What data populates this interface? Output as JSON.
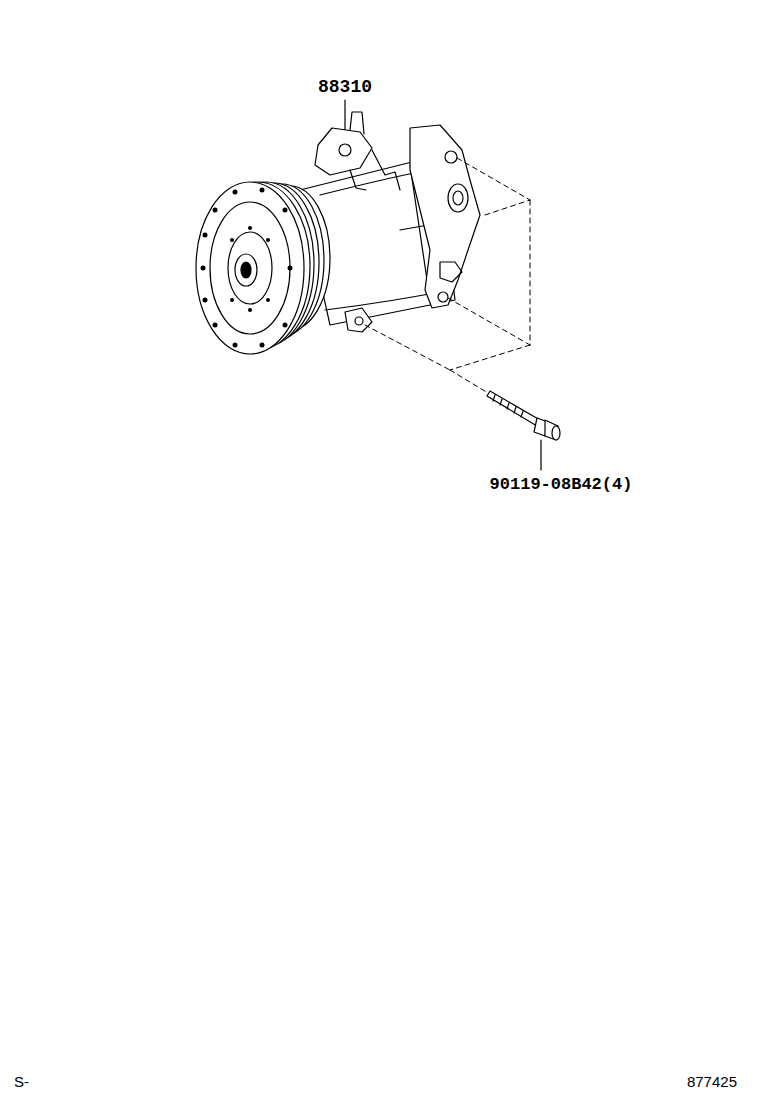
{
  "diagram": {
    "labels": [
      "88310",
      "90119-08B42(4)",
      "S-",
      "877425"
    ]
  }
}
